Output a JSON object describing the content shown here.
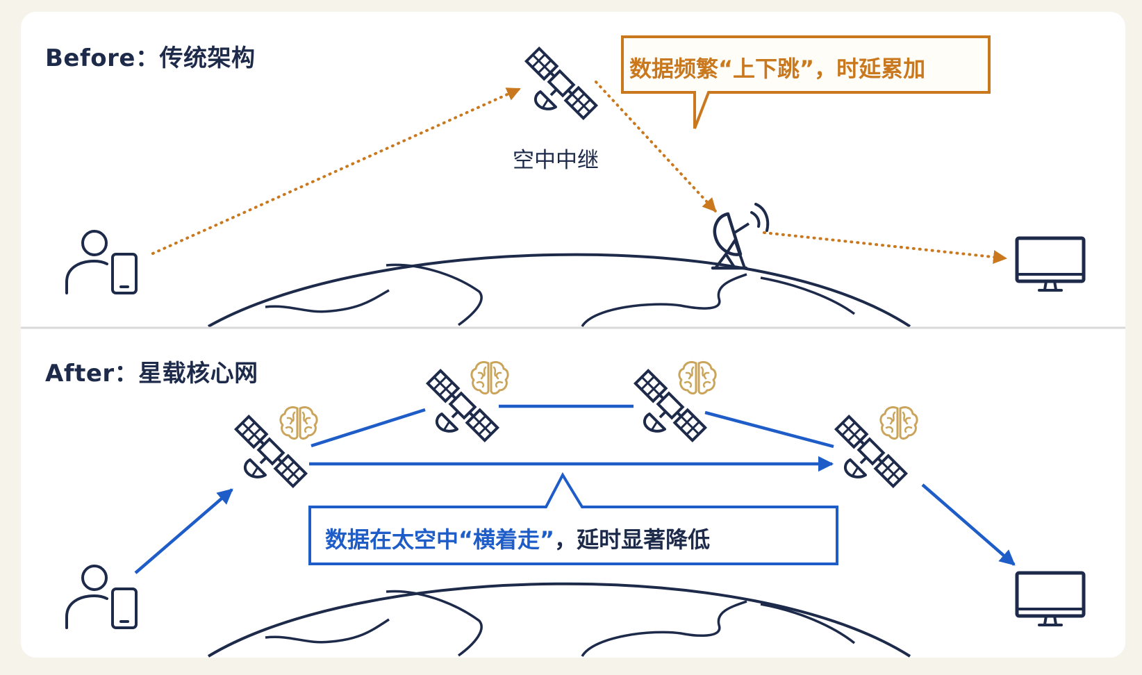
{
  "before": {
    "title": "Before：传统架构",
    "relay_label": "空中中继",
    "callout": "数据频繁“上下跳”，时延累加"
  },
  "after": {
    "title": "After：星载核心网",
    "callout_highlight": "数据在太空中“横着走”",
    "callout_rest": "，延时显著降低"
  },
  "colors": {
    "page_bg": "#f6f3ea",
    "card_bg": "#ffffff",
    "ink": "#1d2a4a",
    "before_accent": "#c9781e",
    "after_accent": "#1e5cc8",
    "brain": "#c9a45a"
  },
  "icons": [
    "user-icon",
    "phone-icon",
    "satellite-icon",
    "ground-station-icon",
    "monitor-icon",
    "brain-icon",
    "earth-globe"
  ]
}
